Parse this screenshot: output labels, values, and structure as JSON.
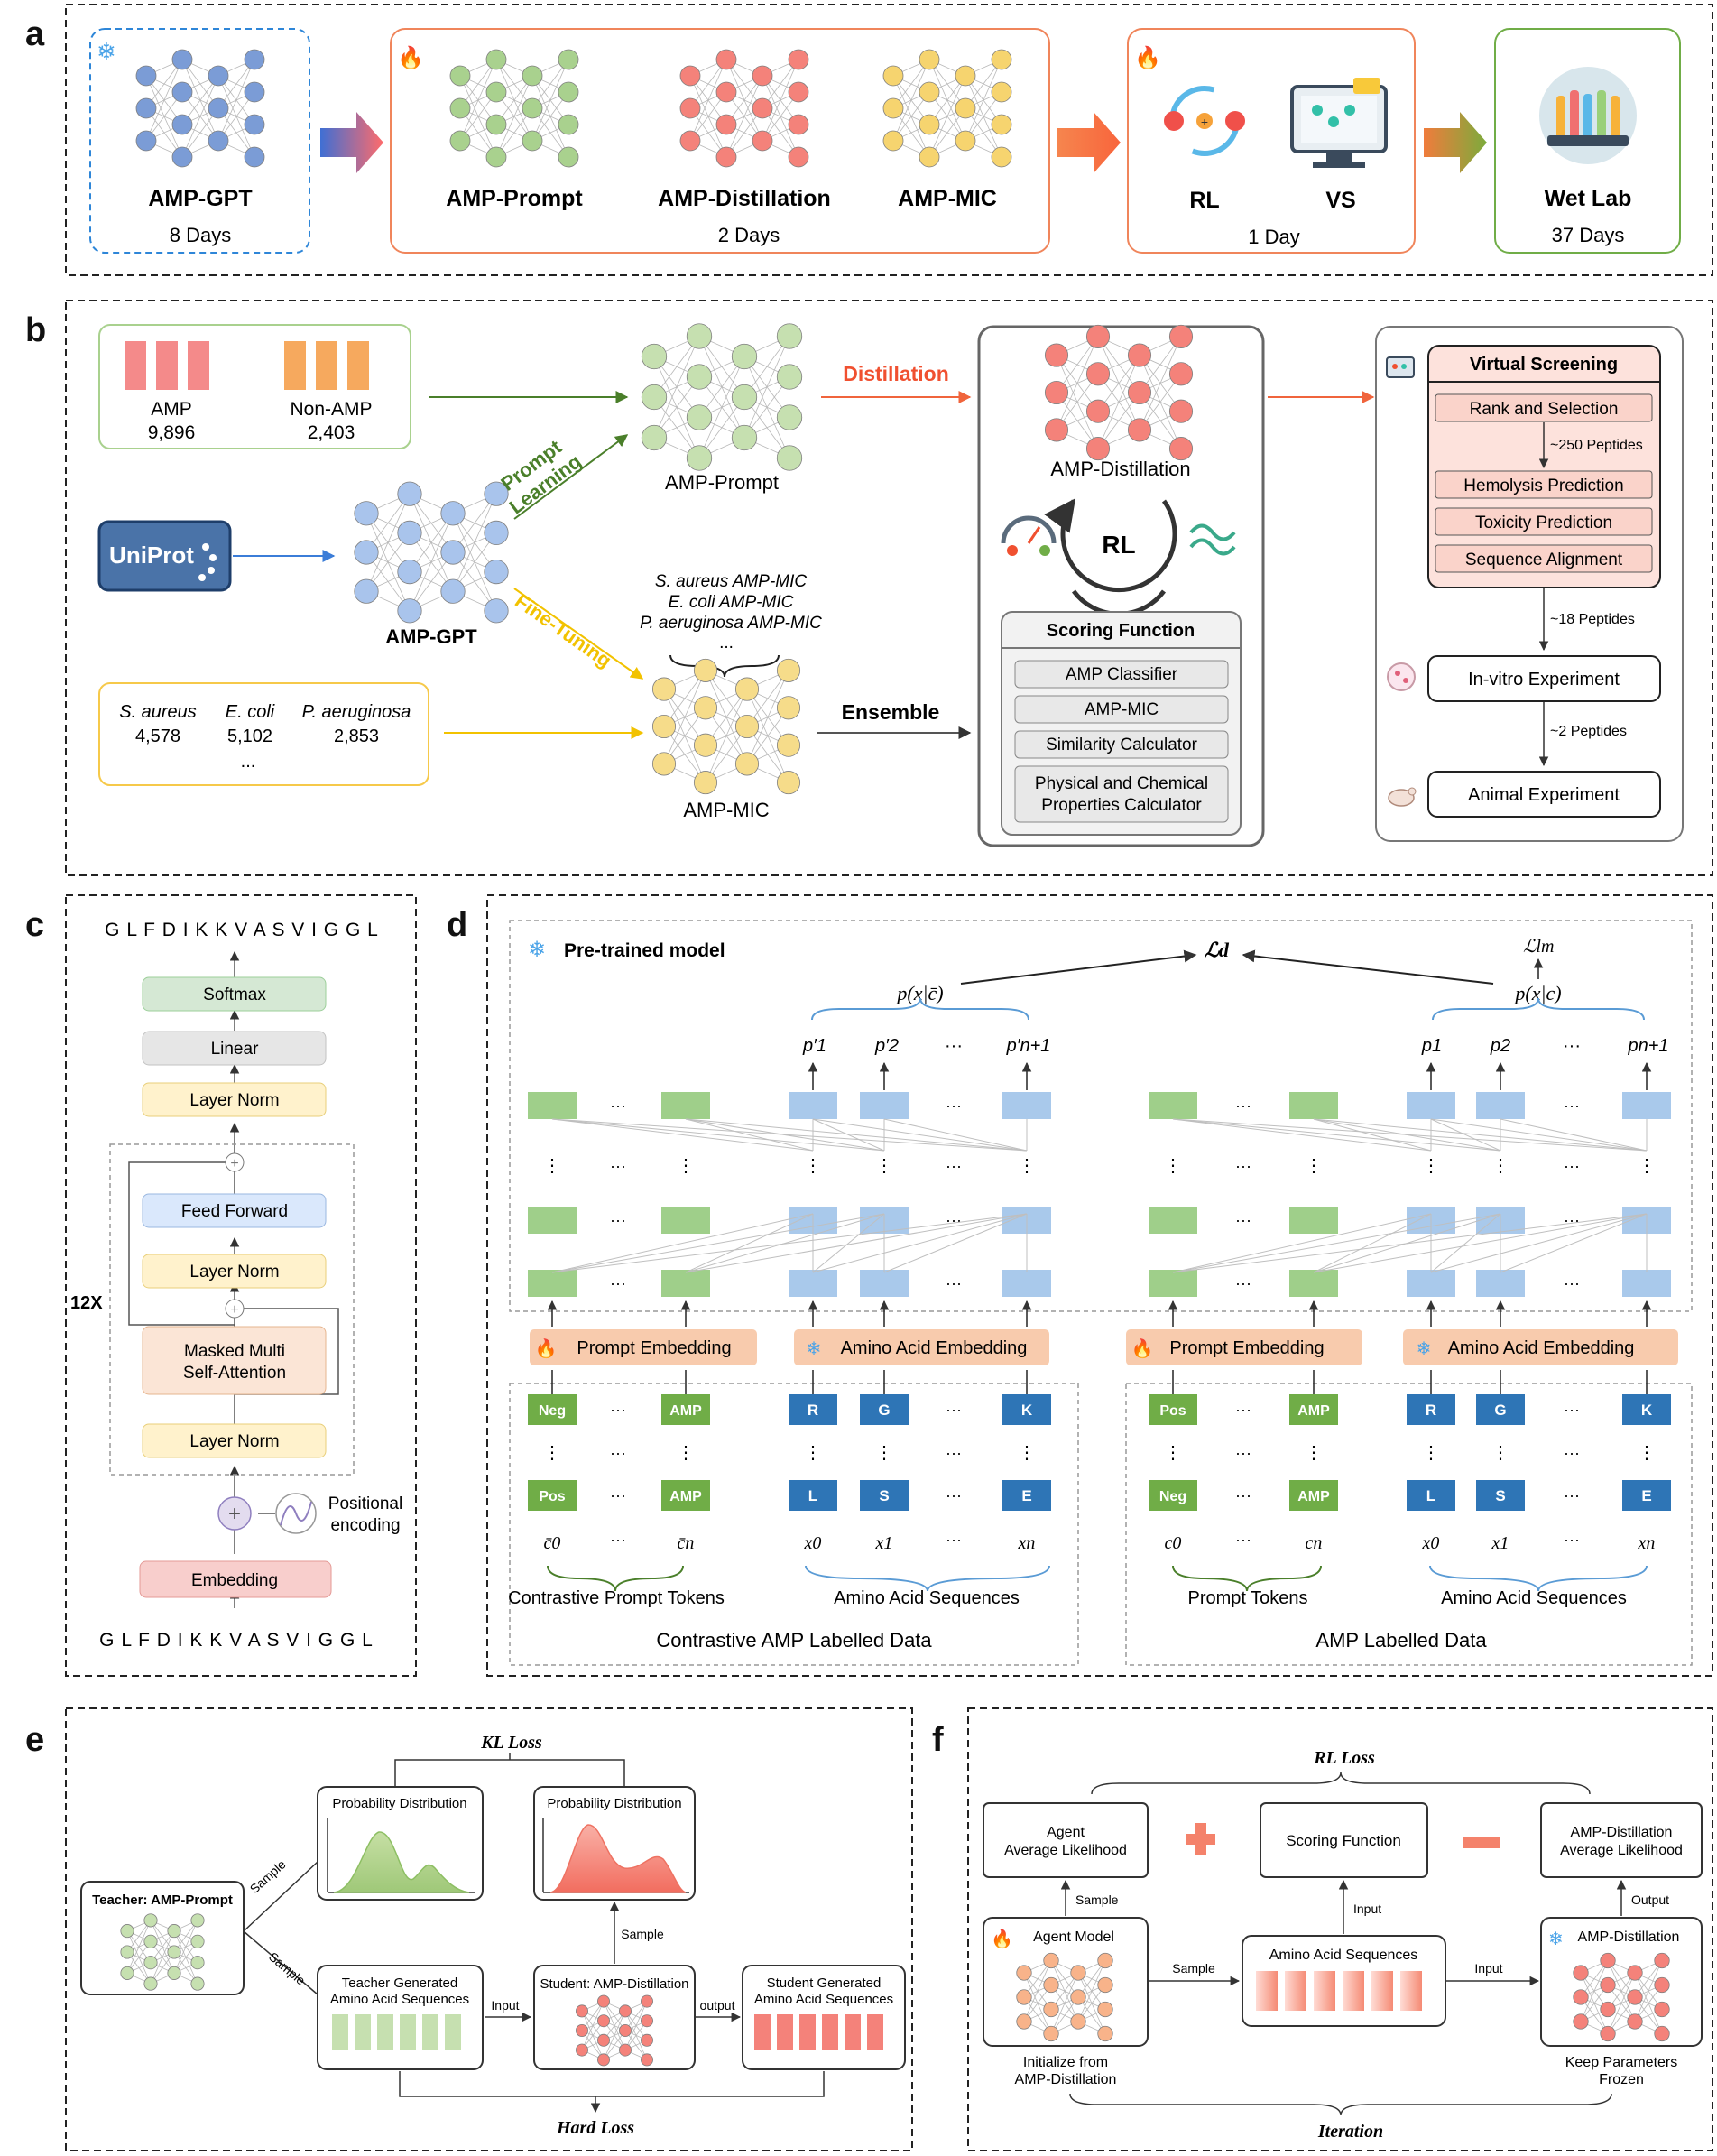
{
  "panel_letters": [
    "a",
    "b",
    "c",
    "d",
    "e",
    "f"
  ],
  "a": {
    "stages": [
      {
        "model": "AMP-GPT",
        "days": "8 Days"
      },
      {
        "models": [
          "AMP-Prompt",
          "AMP-Distillation",
          "AMP-MIC"
        ],
        "days": "2 Days"
      },
      {
        "models": [
          "RL",
          "VS"
        ],
        "days": "1 Day"
      },
      {
        "model": "Wet Lab",
        "days": "37 Days"
      }
    ],
    "colors": {
      "blue": "#7b9cd6",
      "green": "#a9d18e",
      "red": "#f4827a",
      "yellow": "#f6d46f",
      "orange_box": "#f0855b",
      "green_box": "#70ad47"
    }
  },
  "b": {
    "amp": {
      "label": "AMP",
      "count": "9,896"
    },
    "non_amp": {
      "label": "Non-AMP",
      "count": "2,403"
    },
    "uniprot": "UniProt",
    "amp_gpt": "AMP-GPT",
    "prompt_learning": [
      "Prompt",
      "Learning"
    ],
    "fine_tuning": "Fine-Tuning",
    "amp_prompt": "AMP-Prompt",
    "amp_mic": "AMP-MIC",
    "distillation": "Distillation",
    "ensemble": "Ensemble",
    "mic_models": [
      "S. aureus AMP-MIC",
      "E. coli AMP-MIC",
      "P. aeruginosa AMP-MIC",
      "..."
    ],
    "species": [
      {
        "name": "S. aureus",
        "count": "4,578"
      },
      {
        "name": "E. coli",
        "count": "5,102"
      },
      {
        "name": "P. aeruginosa",
        "count": "2,853"
      }
    ],
    "species_more": "...",
    "amp_distillation": "AMP-Distillation",
    "rl": "RL",
    "scoring_function": {
      "title": "Scoring Function",
      "items": [
        "AMP Classifier",
        "AMP-MIC",
        "Similarity Calculator",
        "Physical and Chemical",
        "Properties Calculator"
      ]
    },
    "virtual_screening": {
      "title": "Virtual Screening",
      "items": [
        "Rank and Selection",
        "Hemolysis Prediction",
        "Toxicity Prediction",
        "Sequence Alignment"
      ],
      "count_note": "~250 Peptides"
    },
    "pipeline": [
      {
        "count": "~18 Peptides",
        "step": "In-vitro Experiment"
      },
      {
        "count": "~2 Peptides",
        "step": "Animal Experiment"
      }
    ]
  },
  "c": {
    "output_sequence": "G L F D I K K V A S V I G G L",
    "input_sequence": "G L F D I K K V A S V I G G L",
    "blocks": [
      "Softmax",
      "Linear",
      "Layer Norm",
      "Feed Forward",
      "Layer Norm",
      "Masked Multi",
      "Self-Attention",
      "Layer Norm",
      "Embedding"
    ],
    "repeat": "12X",
    "positional": [
      "Positional",
      "encoding"
    ]
  },
  "d": {
    "pretrained": "Pre-trained model",
    "loss_d": "ℒd",
    "loss_lm": "ℒlm",
    "p_neg": "p(x|c̄)",
    "p_pos": "p(x|c)",
    "probs_neg": [
      "p′1",
      "p′2",
      "···",
      "p′n+1"
    ],
    "probs_pos": [
      "p1",
      "p2",
      "···",
      "pn+1"
    ],
    "prompt_embedding": "Prompt Embedding",
    "amino_embedding": "Amino Acid Embedding",
    "left_tokens": {
      "row1": [
        "Neg",
        "AMP"
      ],
      "row2": [
        "Pos",
        "AMP"
      ]
    },
    "right_tokens": {
      "row1": [
        "Pos",
        "AMP"
      ],
      "row2": [
        "Neg",
        "AMP"
      ]
    },
    "aa_row1": [
      "R",
      "G",
      "K"
    ],
    "aa_row2": [
      "L",
      "S",
      "E"
    ],
    "contrastive_prompt_tokens": "Contrastive Prompt Tokens",
    "prompt_tokens": "Prompt Tokens",
    "amino_acid_sequences": "Amino Acid Sequences",
    "left_title": "Contrastive AMP Labelled Data",
    "right_title": "AMP Labelled Data"
  },
  "e": {
    "kl_loss": "KL Loss",
    "hard_loss": "Hard Loss",
    "teacher": "Teacher: AMP-Prompt",
    "prob_dist": "Probability Distribution",
    "sample": "Sample",
    "input": "Input",
    "output": "output",
    "teacher_seq": [
      "Teacher Generated",
      "Amino Acid Sequences"
    ],
    "student": "Student: AMP-Distillation",
    "student_seq": [
      "Student Generated",
      "Amino Acid Sequences"
    ]
  },
  "f": {
    "rl_loss": "RL Loss",
    "iteration": "Iteration",
    "agent_likelihood": [
      "Agent",
      "Average Likelihood"
    ],
    "scoring_function": "Scoring Function",
    "distill_likelihood": [
      "AMP-Distillation",
      "Average Likelihood"
    ],
    "agent_model": "Agent Model",
    "amino_acid_sequences": "Amino Acid Sequences",
    "amp_distillation": "AMP-Distillation",
    "sample": "Sample",
    "input": "Input",
    "output": "Output",
    "init": [
      "Initialize from",
      "AMP-Distillation"
    ],
    "keep": [
      "Keep Parameters",
      "Frozen"
    ]
  }
}
